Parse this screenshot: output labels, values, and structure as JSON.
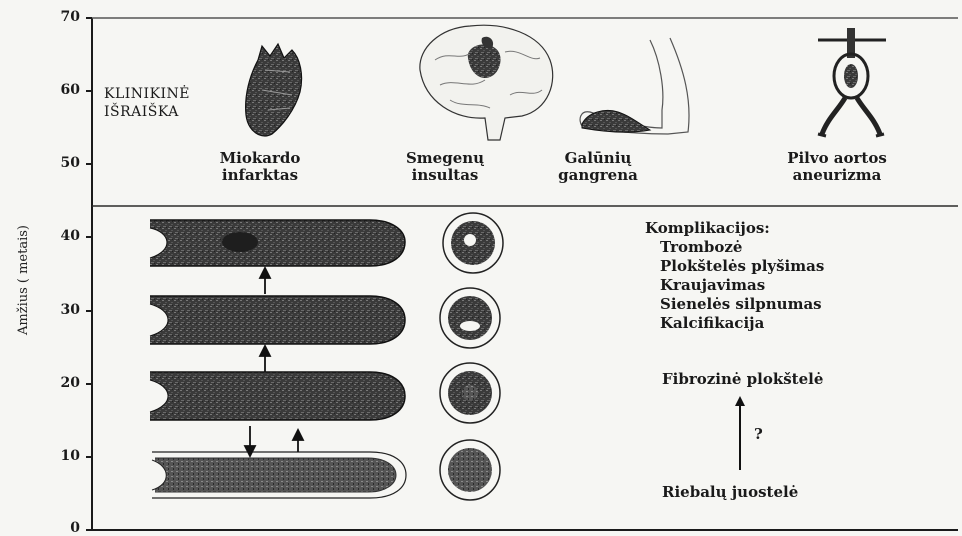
{
  "y_axis": {
    "label": "Amžius ( metais)",
    "ticks": [
      "70",
      "60",
      "50",
      "40",
      "30",
      "20",
      "10",
      "0"
    ]
  },
  "clinical": {
    "title_line1": "KLINIKINĖ",
    "title_line2": "IŠRAIŠKA",
    "items": [
      {
        "line1": "Miokardo",
        "line2": "infarktas",
        "icon": "heart-icon"
      },
      {
        "line1": "Smegenų",
        "line2": "insultas",
        "icon": "brain-icon"
      },
      {
        "line1": "Galūnių",
        "line2": "gangrena",
        "icon": "foot-icon"
      },
      {
        "line1": "Pilvo aortos",
        "line2": "aneurizma",
        "icon": "aortic-aneurysm-icon"
      }
    ]
  },
  "complications": {
    "title": "Komplikacijos:",
    "items": [
      "Trombozė",
      "Plokštelės plyšimas",
      "Kraujavimas",
      "Sienelės silpnumas",
      "Kalcifikacija"
    ]
  },
  "progression": {
    "top": "Fibrozinė plokštelė",
    "question": "?",
    "bottom": "Riebalų juostelė"
  },
  "colors": {
    "line": "#1a1a1a",
    "divider": "#2b2b2b",
    "vessel_fill": "#3d3d3d"
  }
}
